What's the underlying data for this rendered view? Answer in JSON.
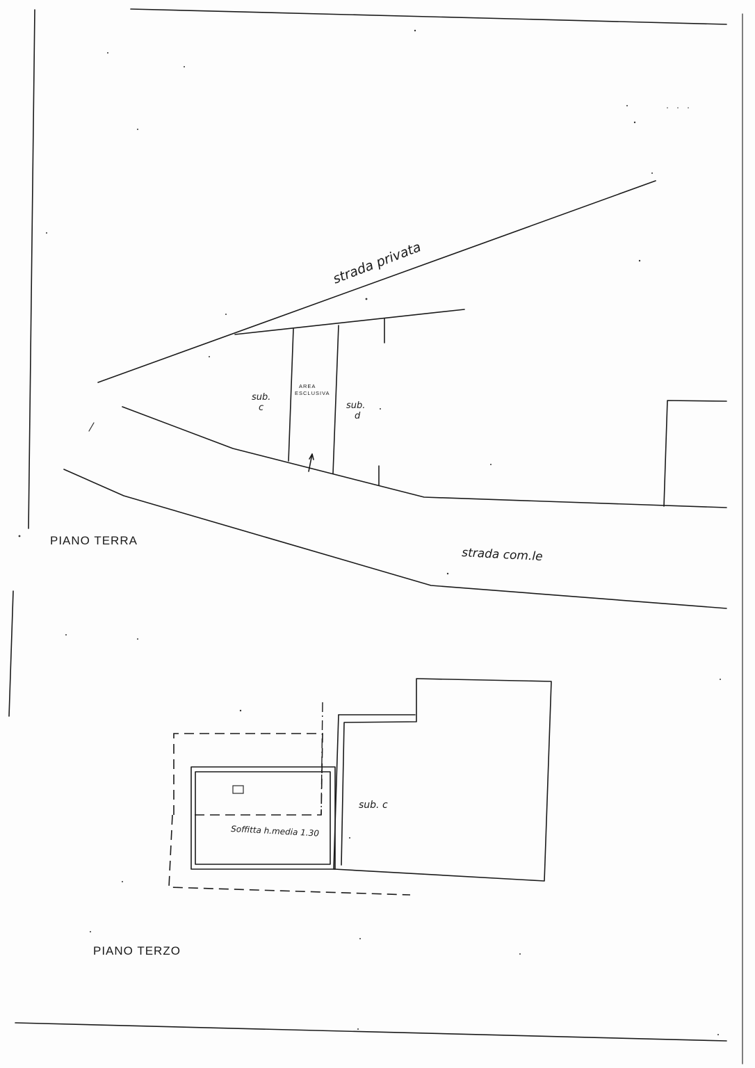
{
  "labels": {
    "strada_privata": "strada privata",
    "sub_c_ground_line1": "sub.",
    "sub_c_ground_line2": "c",
    "area_esclusiva_line1": "AREA",
    "area_esclusiva_line2": "ESCLUSIVA",
    "sub_d_line1": "sub.",
    "sub_d_line2": "d",
    "piano_terra": "PIANO TERRA",
    "strada_comunale": "strada com.le",
    "sub_c_upper": "sub. c",
    "soffitta": "Soffitta h.media 1.30",
    "piano_terzo": "PIANO TERZO"
  }
}
